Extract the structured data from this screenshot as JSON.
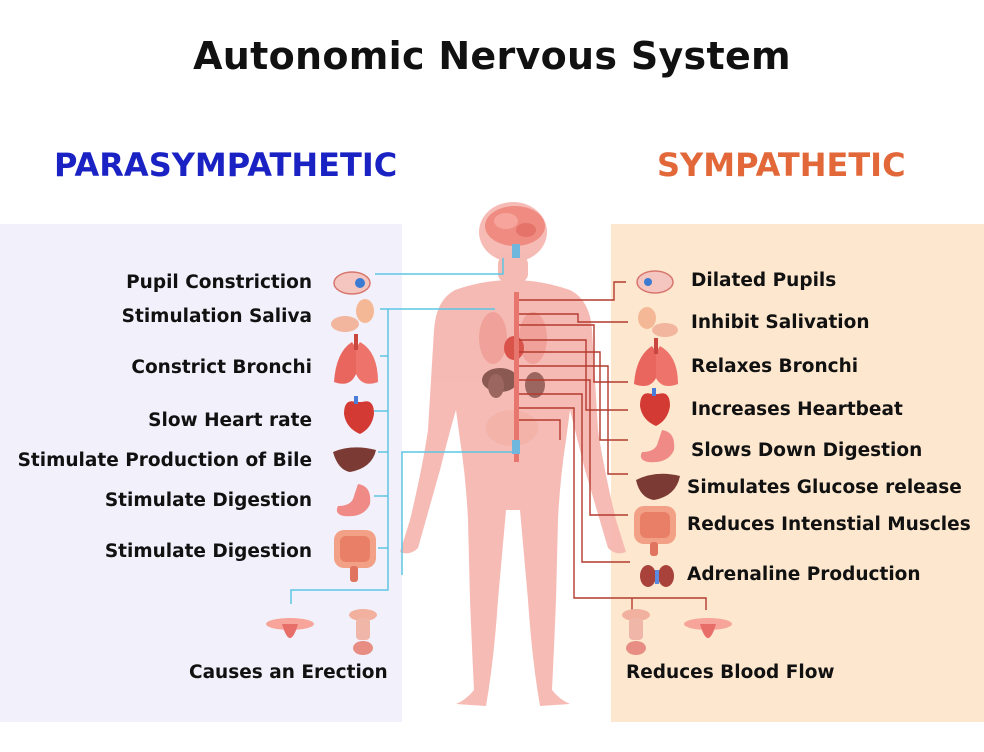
{
  "title": "Autonomic Nervous System",
  "parasympathetic": {
    "heading": "PARASYMPATHETIC",
    "color": "#1a22c4",
    "line_color": "#5cc6e3",
    "effects": [
      {
        "label": "Pupil Constriction",
        "icon": "eye-icon"
      },
      {
        "label": "Stimulation Saliva",
        "icon": "salivary-gland-icon"
      },
      {
        "label": "Constrict Bronchi",
        "icon": "lungs-icon"
      },
      {
        "label": "Slow Heart rate",
        "icon": "heart-icon"
      },
      {
        "label": "Stimulate Production of Bile",
        "icon": "liver-icon"
      },
      {
        "label": "Stimulate Digestion",
        "icon": "stomach-icon"
      },
      {
        "label": "Stimulate Digestion",
        "icon": "intestines-icon"
      },
      {
        "label": "Causes an Erection",
        "icon": "reproductive-organs-icon"
      }
    ]
  },
  "sympathetic": {
    "heading": "SYMPATHETIC",
    "color": "#e2683a",
    "line_color": "#b33a2e",
    "effects": [
      {
        "label": "Dilated Pupils",
        "icon": "eye-icon"
      },
      {
        "label": "Inhibit Salivation",
        "icon": "salivary-gland-icon"
      },
      {
        "label": "Relaxes Bronchi",
        "icon": "lungs-icon"
      },
      {
        "label": "Increases Heartbeat",
        "icon": "heart-icon"
      },
      {
        "label": "Slows Down Digestion",
        "icon": "stomach-icon"
      },
      {
        "label": "Simulates Glucose release",
        "icon": "liver-icon"
      },
      {
        "label": "Reduces Intenstial Muscles",
        "icon": "intestines-icon"
      },
      {
        "label": "Adrenaline Production",
        "icon": "adrenal-kidney-icon"
      },
      {
        "label": "Reduces Blood Flow",
        "icon": "reproductive-organs-icon"
      }
    ]
  },
  "colors": {
    "left_panel": "#f2f1fb",
    "right_panel": "#fde8cf",
    "body": "#f6b3ae",
    "organ": "#e9665e"
  }
}
